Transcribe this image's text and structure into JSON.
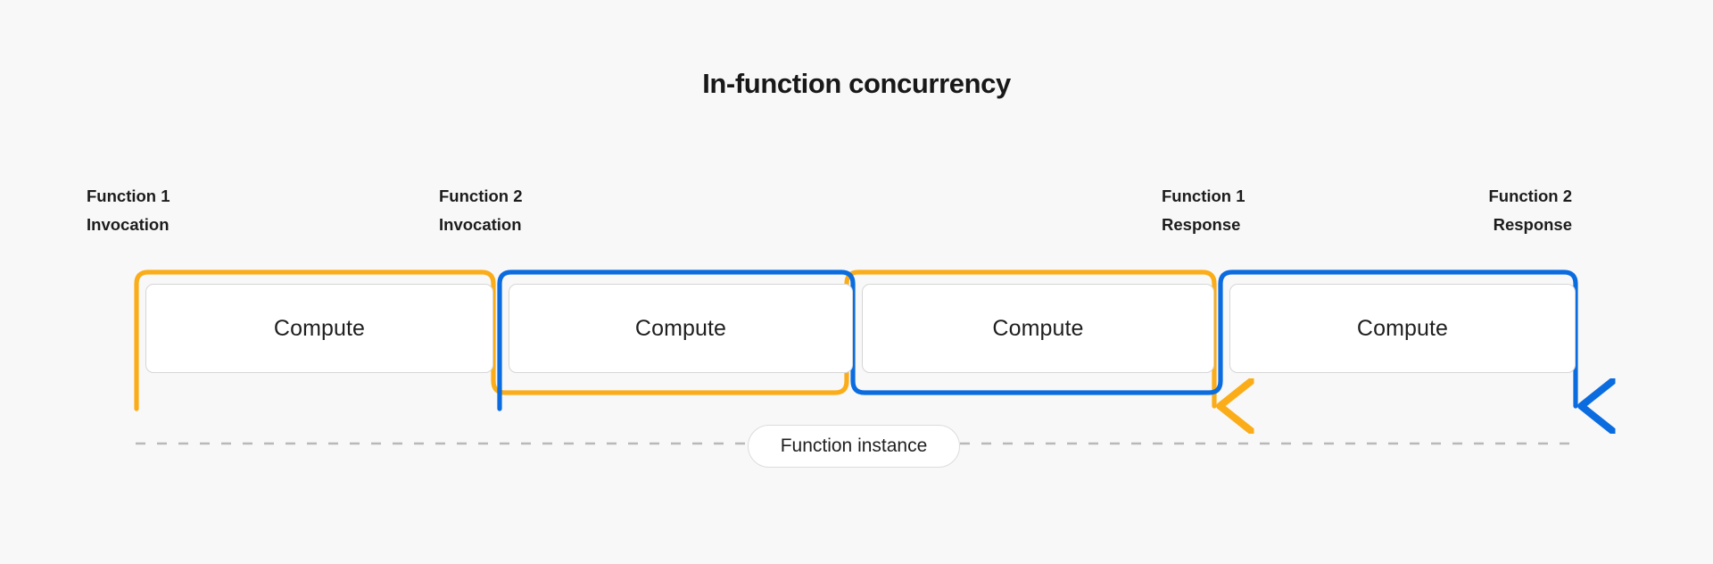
{
  "diagram": {
    "title": "In-function concurrency",
    "background_color": "#F8F8F8",
    "colors": {
      "function_1": "#FAAD19",
      "function_2": "#0B6CE0",
      "box_border": "#D6D6D6",
      "box_fill": "#FFFFFF",
      "dashed_line": "#B8B8B8",
      "text": "#1C1C1C"
    },
    "endpoint_labels": [
      {
        "id": "f1-invocation",
        "line1": "Function 1",
        "line2": "Invocation",
        "text": "Function 1\nInvocation",
        "series": "function_1",
        "kind": "invocation"
      },
      {
        "id": "f2-invocation",
        "line1": "Function 2",
        "line2": "Invocation",
        "text": "Function 2\nInvocation",
        "series": "function_2",
        "kind": "invocation"
      },
      {
        "id": "f1-response",
        "line1": "Function 1",
        "line2": "Response",
        "text": "Function 1\nResponse",
        "series": "function_1",
        "kind": "response"
      },
      {
        "id": "f2-response",
        "line1": "Function 2",
        "line2": "Response",
        "text": "Function 2\nResponse",
        "series": "function_2",
        "kind": "response"
      }
    ],
    "compute_blocks": [
      {
        "id": "compute-1",
        "label": "Compute",
        "series": "function_1"
      },
      {
        "id": "compute-2",
        "label": "Compute",
        "series": "function_2"
      },
      {
        "id": "compute-3",
        "label": "Compute",
        "series": "function_1"
      },
      {
        "id": "compute-4",
        "label": "Compute",
        "series": "function_2"
      }
    ],
    "instance_marker": {
      "label": "Function instance"
    }
  }
}
